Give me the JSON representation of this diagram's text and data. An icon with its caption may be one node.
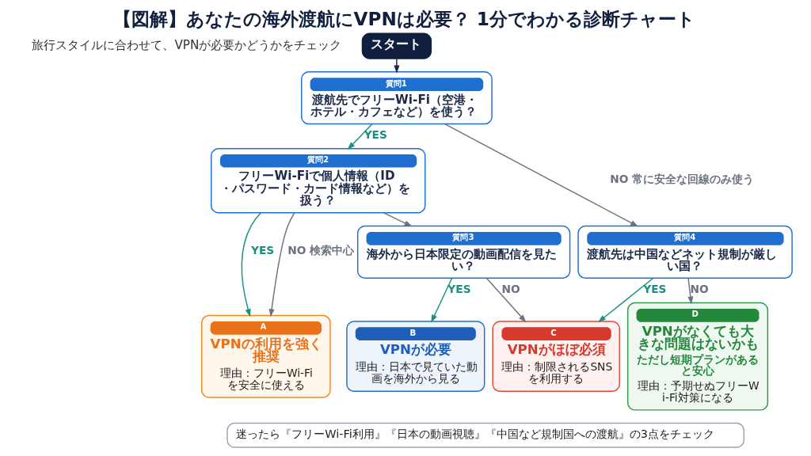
{
  "diagram": {
    "title": "【図解】あなたの海外渡航にVPNは必要？ 1分でわかる診断チャート",
    "nodes": [
      {
        "text": [
          "スタート"
        ]
      },
      {
        "text": [
          "質問1",
          "渡航先でフリーWi-Fi（空港・ホテル・カフェなど）を使う？"
        ]
      },
      {
        "text": [
          "質問2",
          "フリーWi-Fiで個人情報（ID・パスワード・カード情報など）を扱う？"
        ]
      },
      {
        "text": [
          "質問3",
          "海外から日本限定の動画配信を見たい？"
        ]
      },
      {
        "text": [
          "質問4",
          "渡航先は中国などネット規制が厳しい国？"
        ]
      },
      {
        "text": [
          "A",
          "VPNの利用を強く推奨",
          "理由：フリーWi-Fiを安全に使える"
        ]
      },
      {
        "text": [
          "B",
          "VPNが必要",
          "理由：日本で見ていた動画を海外から見る"
        ]
      },
      {
        "text": [
          "C",
          "VPNがほぼ必須",
          "理由：制限されるSNSを利用する"
        ]
      },
      {
        "text": [
          "D",
          "VPNがなくても大きな問題はないかも",
          "ただし短期プランがあると安心",
          "理由：予期せぬフリーWi-Fi対策になる"
        ]
      },
      {
        "text": [
          "迷ったら『フリーWi-Fi利用』『日本の動画視聴』『中国など規制国への渡航』の3点をチェック"
        ]
      }
    ],
    "edges": [
      {
        "from": 0,
        "to": 1,
        "arrow": "to",
        "color": "#1b2a4a"
      },
      {
        "from": 1,
        "to": 2,
        "arrow": "to",
        "label": "YES",
        "color": "#1a9080"
      },
      {
        "from": 1,
        "to": 4,
        "arrow": "to",
        "label": "NO 常に安全な回線のみ使う"
      },
      {
        "from": 2,
        "to": 3,
        "arrow": "to"
      },
      {
        "from": 2,
        "to": 5,
        "arrow": "to",
        "label": "YES",
        "color": "#1a9080"
      },
      {
        "from": 2,
        "to": 5,
        "arrow": "to",
        "label": "NO 検索中心"
      },
      {
        "from": 3,
        "to": 6,
        "arrow": "to",
        "label": "YES",
        "color": "#1a9080"
      },
      {
        "from": 3,
        "to": 7,
        "arrow": "to",
        "label": "NO"
      },
      {
        "from": 4,
        "to": 7,
        "arrow": "to",
        "label": "YES",
        "color": "#1a9080"
      },
      {
        "from": 4,
        "to": 8,
        "arrow": "to",
        "label": "NO"
      }
    ],
    "labels": [
      "旅行スタイルに合わせて、VPNが必要かどうかをチェック"
    ]
  }
}
